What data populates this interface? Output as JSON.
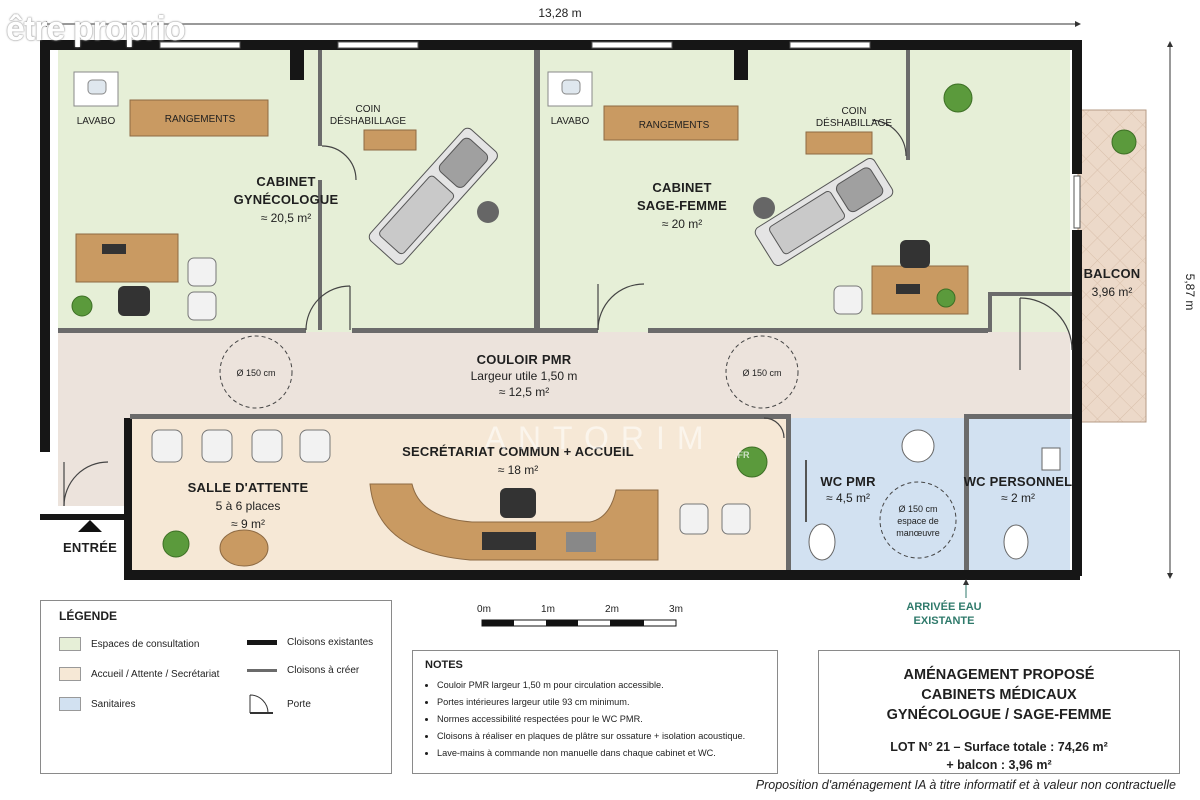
{
  "logo": "être proprio",
  "watermark": {
    "brand": "ANTORIM",
    "tag": ".FR"
  },
  "dimensions": {
    "width": "13,28 m",
    "height": "5,87 m"
  },
  "rooms": {
    "gyneco": {
      "name_line1": "CABINET",
      "name_line2": "GYNÉCOLOGUE",
      "area": "≈ 20,5 m²",
      "sink": "LAVABO",
      "storage": "RANGEMENTS",
      "changing_line1": "COIN",
      "changing_line2": "DÉSHABILLAGE"
    },
    "sagefemme": {
      "name_line1": "CABINET",
      "name_line2": "SAGE-FEMME",
      "area": "≈ 20 m²",
      "sink": "LAVABO",
      "storage": "RANGEMENTS",
      "changing_line1": "COIN",
      "changing_line2": "DÉSHABILLAGE"
    },
    "couloir": {
      "name": "COULOIR PMR",
      "width": "Largeur utile 1,50 m",
      "area": "≈ 12,5 m²",
      "turn_circle": "Ø 150 cm"
    },
    "secretariat": {
      "name": "SECRÉTARIAT COMMUN + ACCUEIL",
      "area": "≈ 18 m²"
    },
    "attente": {
      "name": "SALLE D'ATTENTE",
      "places": "5 à 6 places",
      "area": "≈ 9 m²"
    },
    "wc_pmr": {
      "name": "WC PMR",
      "area": "≈ 4,5 m²",
      "circle_line1": "Ø 150 cm",
      "circle_line2": "espace de",
      "circle_line3": "manœuvre"
    },
    "wc_personnel": {
      "name": "WC PERSONNEL",
      "area": "≈ 2 m²"
    },
    "balcon": {
      "name": "BALCON",
      "area": "3,96 m²"
    }
  },
  "entrance": "ENTRÉE",
  "water_inlet": {
    "line1": "ARRIVÉE EAU",
    "line2": "EXISTANTE"
  },
  "scale": {
    "ticks": [
      "0m",
      "1m",
      "2m",
      "3m"
    ]
  },
  "legend": {
    "title": "LÉGENDE",
    "items": [
      {
        "label": "Espaces de consultation",
        "color": "#e6efd7"
      },
      {
        "label": "Accueil / Attente / Secrétariat",
        "color": "#f6e8d6"
      },
      {
        "label": "Sanitaires",
        "color": "#d2e1f1"
      }
    ],
    "lines": [
      {
        "label": "Cloisons existantes"
      },
      {
        "label": "Cloisons à créer"
      },
      {
        "label": "Porte"
      }
    ]
  },
  "notes": {
    "title": "NOTES",
    "items": [
      "Couloir PMR largeur 1,50 m pour circulation accessible.",
      "Portes intérieures largeur utile 93 cm minimum.",
      "Normes accessibilité respectées pour le WC PMR.",
      "Cloisons à réaliser en plaques de plâtre sur ossature + isolation acoustique.",
      "Lave-mains à commande non manuelle dans chaque cabinet et WC."
    ]
  },
  "title_block": {
    "line1": "AMÉNAGEMENT PROPOSÉ",
    "line2": "CABINETS MÉDICAUX",
    "line3": "GYNÉCOLOGUE / SAGE-FEMME",
    "lot": "LOT N° 21 – Surface totale : 74,26 m²",
    "balcony": "+   balcon : 3,96 m²"
  },
  "disclaimer": "Proposition d'aménagement IA à titre informatif et à valeur non contractuelle",
  "colors": {
    "consultation": "#e6efd7",
    "reception": "#f6e8d6",
    "sanitary": "#d2e1f1",
    "corridor": "#ece3dc",
    "wall": "#161616",
    "balcony": "#ecd9c9",
    "wood": "#c99a62"
  }
}
